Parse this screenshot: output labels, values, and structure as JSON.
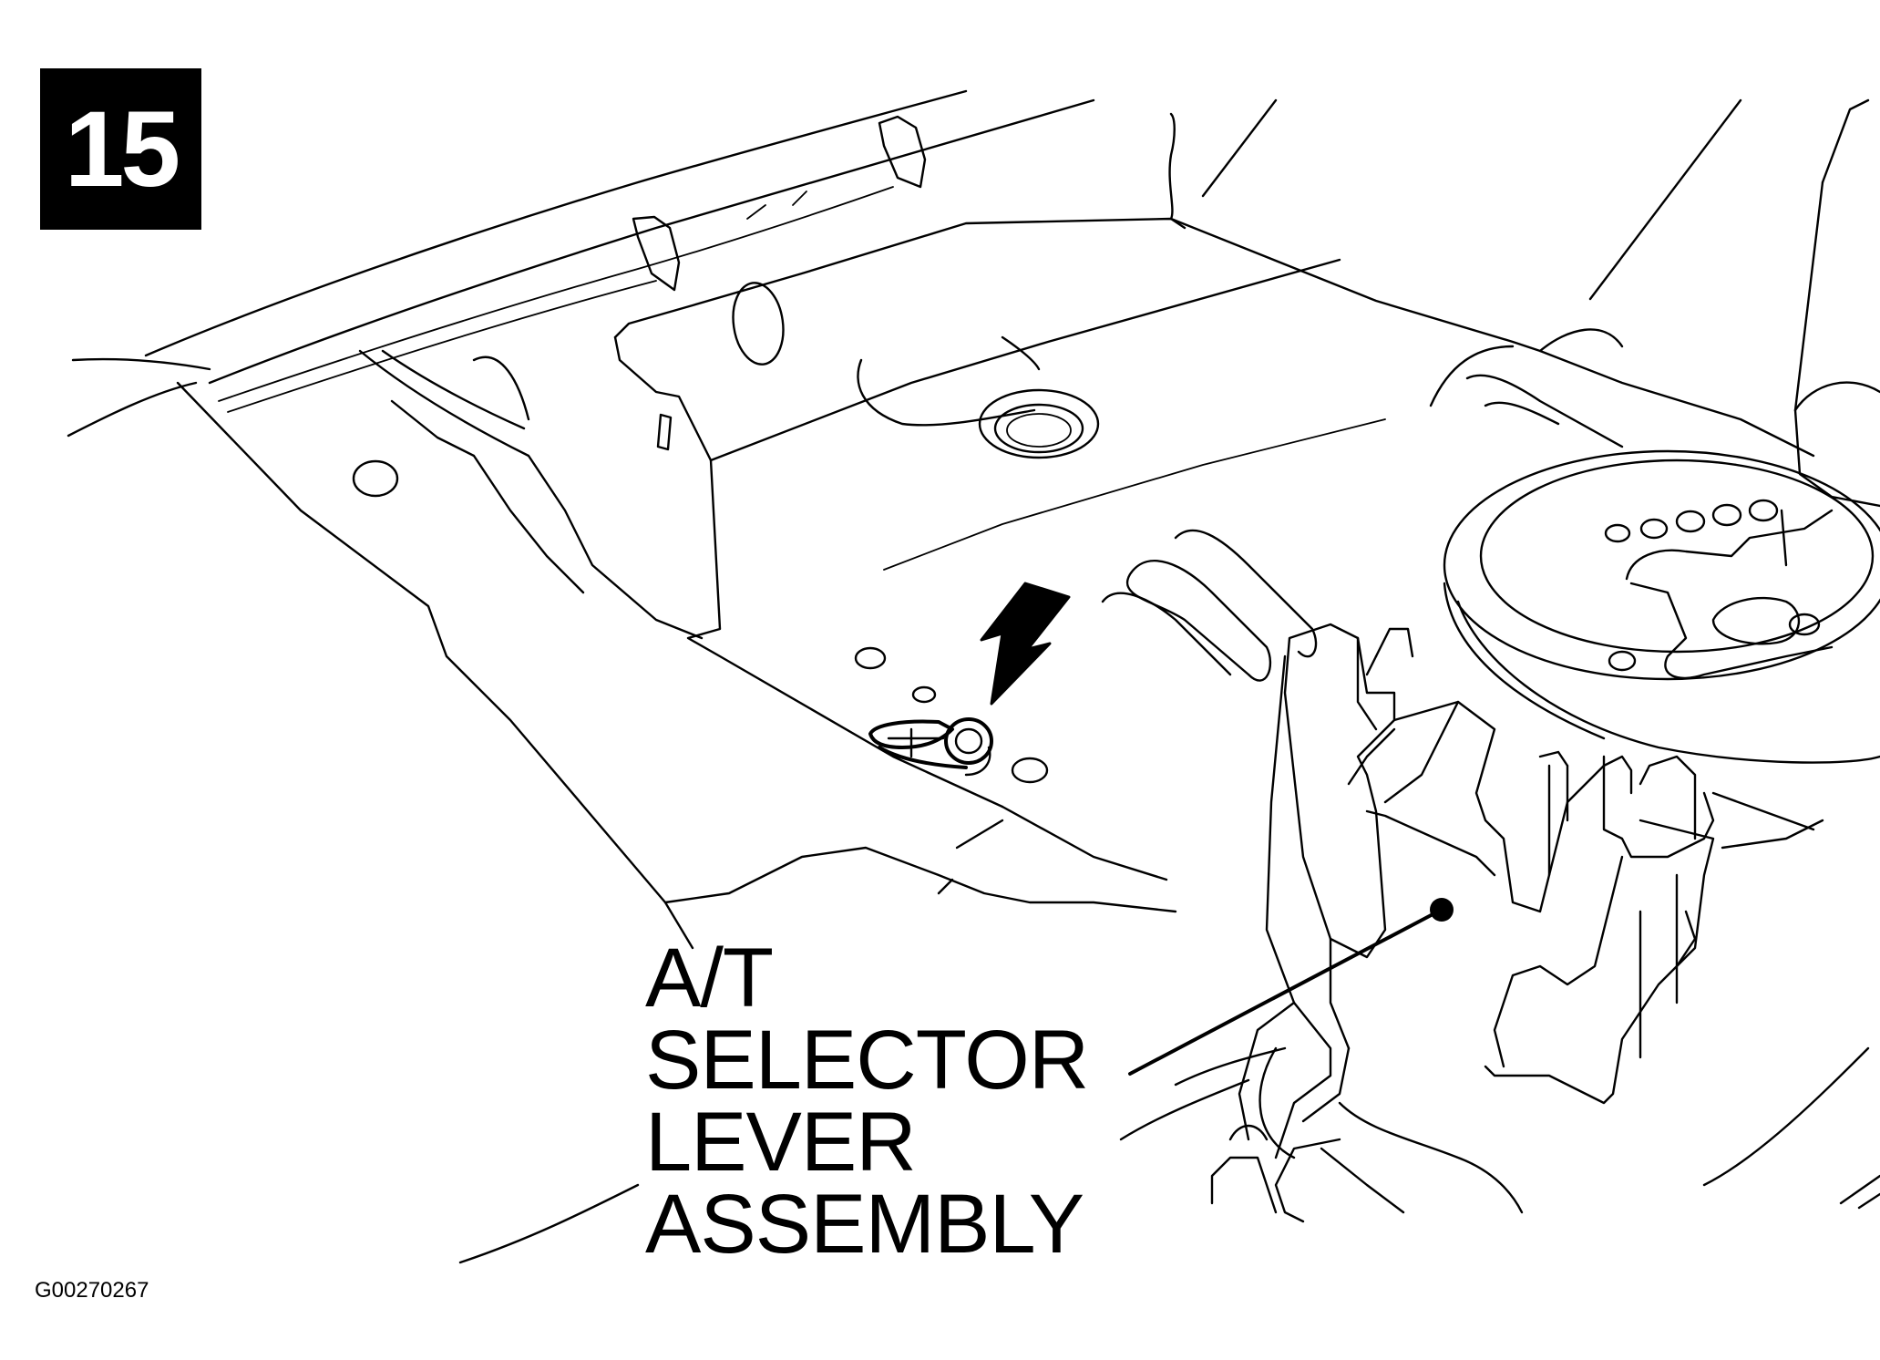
{
  "step": {
    "number": "15"
  },
  "callout": {
    "lines": [
      "A/T",
      "SELECTOR",
      "LEVER",
      "ASSEMBLY"
    ]
  },
  "figure": {
    "id": "G00270267"
  },
  "icons": {
    "pointer": "arrow-icon",
    "leader_end": "dot-icon"
  },
  "colors": {
    "ink": "#000000",
    "paper": "#ffffff"
  }
}
